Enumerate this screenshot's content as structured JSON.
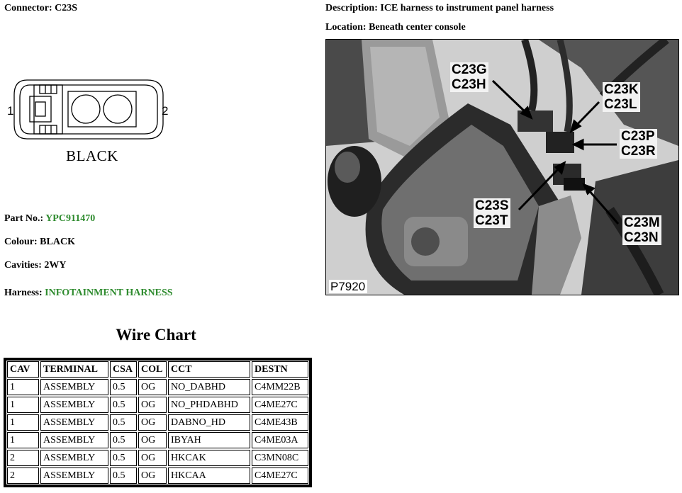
{
  "connector": {
    "label": "Connector:",
    "value": "C23S"
  },
  "description": {
    "label": "Description:",
    "value": "ICE harness to instrument panel harness"
  },
  "location": {
    "label": "Location:",
    "value": "Beneath center console"
  },
  "drawing": {
    "pin_left": "1",
    "pin_right": "2",
    "caption": "BLACK"
  },
  "part_no": {
    "label": "Part No.:",
    "value": "YPC911470"
  },
  "colour": {
    "label": "Colour:",
    "value": "BLACK"
  },
  "cavities": {
    "label": "Cavities:",
    "value": "2WY"
  },
  "harness": {
    "label": "Harness:",
    "value": "INFOTAINMENT HARNESS"
  },
  "photo": {
    "code": "P7920",
    "callouts": [
      "C23G\nC23H",
      "C23K\nC23L",
      "C23P\nC23R",
      "C23S\nC23T",
      "C23M\nC23N"
    ]
  },
  "wire_chart": {
    "title": "Wire Chart",
    "headers": [
      "CAV",
      "TERMINAL",
      "CSA",
      "COL",
      "CCT",
      "DESTN"
    ],
    "rows": [
      [
        "1",
        "ASSEMBLY",
        "0.5",
        "OG",
        "NO_DABHD",
        "C4MM22B"
      ],
      [
        "1",
        "ASSEMBLY",
        "0.5",
        "OG",
        "NO_PHDABHD",
        "C4ME27C"
      ],
      [
        "1",
        "ASSEMBLY",
        "0.5",
        "OG",
        "DABNO_HD",
        "C4ME43B"
      ],
      [
        "1",
        "ASSEMBLY",
        "0.5",
        "OG",
        "IBYAH",
        "C4ME03A"
      ],
      [
        "2",
        "ASSEMBLY",
        "0.5",
        "OG",
        "HKCAK",
        "C3MN08C"
      ],
      [
        "2",
        "ASSEMBLY",
        "0.5",
        "OG",
        "HKCAA",
        "C4ME27C"
      ]
    ]
  },
  "colors": {
    "green_value": "#2e8b2e"
  }
}
